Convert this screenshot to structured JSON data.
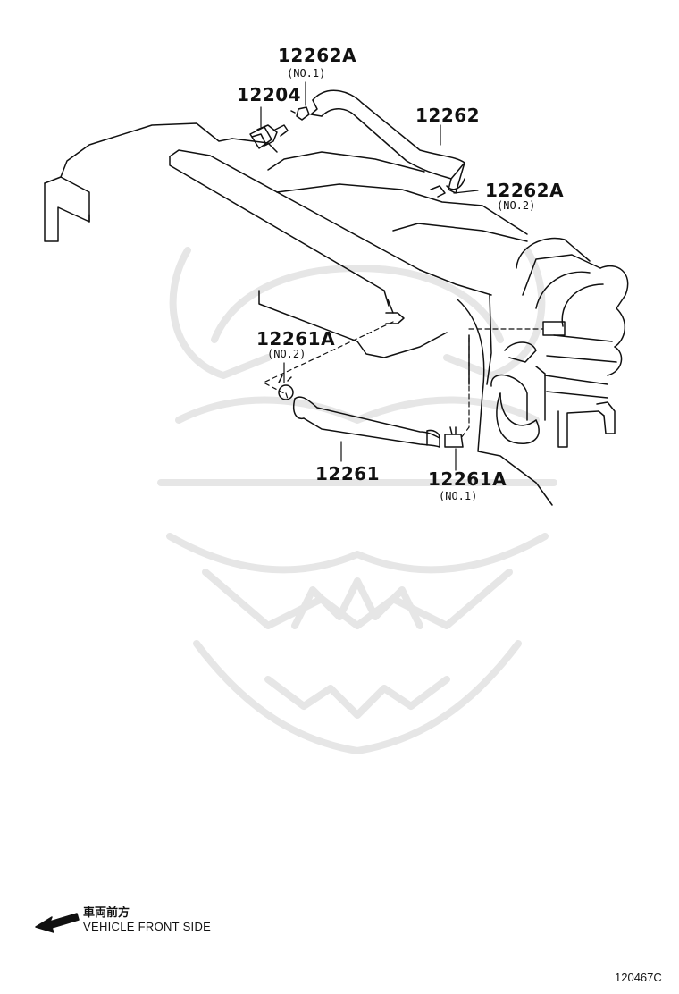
{
  "diagram": {
    "parts": {
      "p12262A_no1": {
        "number": "12262A",
        "note": "(NO.1)"
      },
      "p12204": {
        "number": "12204"
      },
      "p12262": {
        "number": "12262"
      },
      "p12262A_no2": {
        "number": "12262A",
        "note": "(NO.2)"
      },
      "p12261A_no2": {
        "number": "12261A",
        "note": "(NO.2)"
      },
      "p12261": {
        "number": "12261"
      },
      "p12261A_no1": {
        "number": "12261A",
        "note": "(NO.1)"
      }
    },
    "legend": {
      "japanese": "車両前方",
      "english": "VEHICLE FRONT SIDE"
    },
    "code": "120467C"
  },
  "colors": {
    "line": "#111111",
    "watermark": "#ececec"
  }
}
